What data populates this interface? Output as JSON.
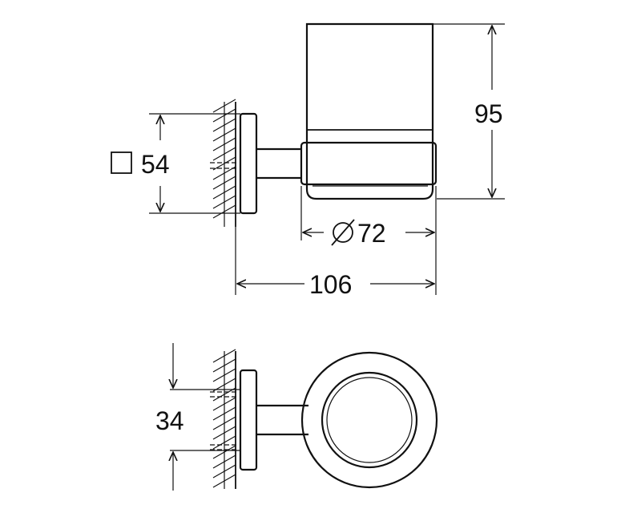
{
  "labels": {
    "plate_size": "54",
    "diameter": "72",
    "height": "95",
    "depth": "106",
    "offset": "34"
  },
  "icons": {
    "square_symbol": "square-icon",
    "diameter_symbol": "diameter-icon"
  },
  "colors": {
    "line": "#111111",
    "background": "#ffffff"
  }
}
